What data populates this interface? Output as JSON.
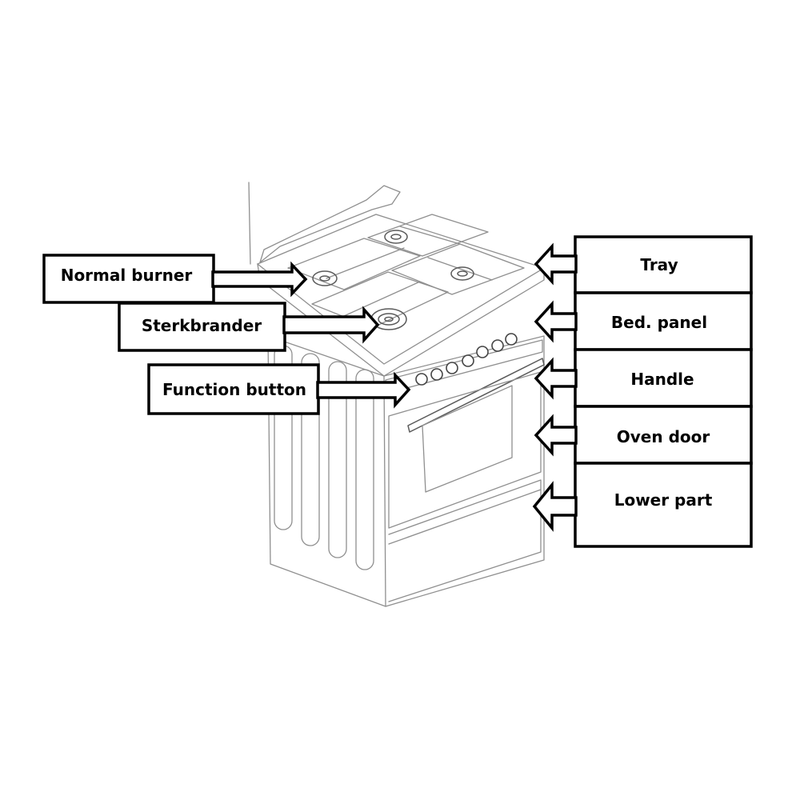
{
  "diagram": {
    "left_labels": {
      "normal_burner": "Normal burner",
      "sterkbrander": "Sterkbrander",
      "function_button": "Function button"
    },
    "right_labels": {
      "tray": "Tray",
      "bed_panel": "Bed. panel",
      "handle": "Handle",
      "oven_door": "Oven door",
      "lower_part": "Lower part"
    }
  }
}
